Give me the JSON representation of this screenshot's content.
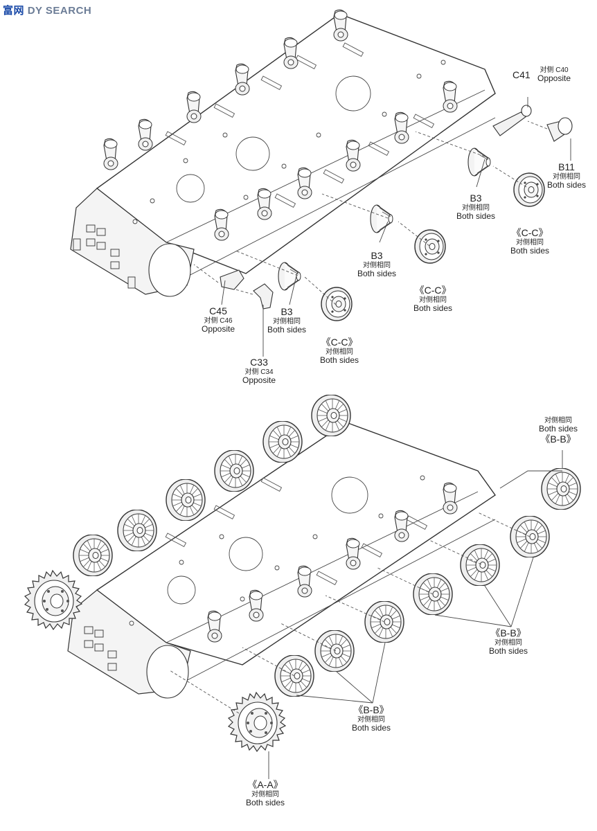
{
  "watermark": {
    "logo": "富网",
    "text": "DY SEARCH"
  },
  "labels": {
    "c41": {
      "code": "C41"
    },
    "c40": {
      "cn": "对侧 C40",
      "en": "Opposite"
    },
    "b11": {
      "code": "B11",
      "cn": "对侧相同",
      "en": "Both sides"
    },
    "b3_a": {
      "code": "B3",
      "cn": "对侧相同",
      "en": "Both sides"
    },
    "cc_a": {
      "code": "《C-C》",
      "cn": "对侧相同",
      "en": "Both sides"
    },
    "b3_b": {
      "code": "B3",
      "cn": "对侧相同",
      "en": "Both sides"
    },
    "cc_b": {
      "code": "《C-C》",
      "cn": "对侧相同",
      "en": "Both sides"
    },
    "c45": {
      "code": "C45",
      "cn": "对侧 C46",
      "en": "Opposite"
    },
    "b3_c": {
      "code": "B3",
      "cn": "对侧相同",
      "en": "Both sides"
    },
    "cc_c": {
      "code": "《C-C》",
      "cn": "对侧相同",
      "en": "Both sides"
    },
    "c33": {
      "code": "C33",
      "cn": "对侧 C34",
      "en": "Opposite"
    },
    "bb_top": {
      "cn": "对侧相同",
      "en": "Both sides",
      "code": "《B-B》"
    },
    "bb_right": {
      "code": "《B-B》",
      "cn": "对侧相同",
      "en": "Both sides"
    },
    "bb_mid": {
      "code": "《B-B》",
      "cn": "对侧相同",
      "en": "Both sides"
    },
    "aa": {
      "code": "《A-A》",
      "cn": "对侧相同",
      "en": "Both sides"
    }
  }
}
